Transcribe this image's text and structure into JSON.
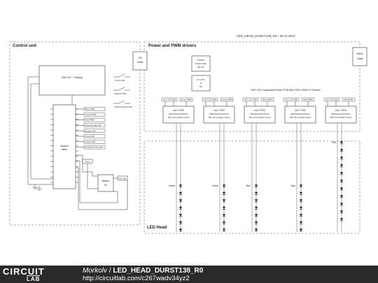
{
  "header_label": "LED_HEAD_DURST138_R0 - 30.12.2017",
  "sections": {
    "control": "Control unit",
    "power": "Power and PWM drivers",
    "led": "LED Head"
  },
  "blocks": {
    "lcd": "16x2 I2C + Display",
    "arduino_l1": "Arduino",
    "arduino_l2": "Nano",
    "battery_l1": "Battery",
    "battery_l2": "9V",
    "conn_left_l1": "12V",
    "conn_left_l2": "Cable",
    "conn_right_l1": "Mains",
    "conn_right_l2": "Cable",
    "psu_l1": "240VAC",
    "psu_l2": "Switch Step",
    "psu_l3": "24V DC",
    "dcdc_l1": "24 V DC",
    "dcdc_l2": "to",
    "dcdc_l3": "5V"
  },
  "buttons": [
    "Focus SW",
    "Expose SW",
    "External Start SW"
  ],
  "pin_labels": [
    "Blue PWM",
    "Green PWM",
    "Red PWM",
    "External Start SW",
    "Expose SW",
    "Focus SW",
    "Focus LED",
    "External Timer Input"
  ],
  "small_tags": [
    "Timer",
    "Ext Out"
  ],
  "board_title": "SUP LED 4 separated Driver PCB 800-700V 1000V 5 Channel",
  "drivers": [
    {
      "t1": "Led 5 700V",
      "t2": "LED Recessed Driver",
      "t3": "700 mA constant current",
      "tags": [
        "24 V",
        "GND",
        "Green PWM"
      ]
    },
    {
      "t1": "Led 4 700V",
      "t2": "LED Recessed Driver",
      "t3": "700 mA constant current",
      "tags": [
        "24 V",
        "GND",
        "Green PWM"
      ]
    },
    {
      "t1": "Led 3 700V",
      "t2": "LED Recessed Driver",
      "t3": "700 mA constant current",
      "tags": [
        "24 V",
        "GND",
        "Blue PWM"
      ]
    },
    {
      "t1": "Led 2 700V",
      "t2": "LED Recessed Driver",
      "t3": "700 mA constant current",
      "tags": [
        "24 V",
        "GND",
        "Blue PWM"
      ]
    },
    {
      "t1": "Led 1 700V",
      "t2": "LED Recessed Driver",
      "t3": "700 mA constant current",
      "tags": [
        "24 V",
        "GND",
        "Red PWM"
      ]
    }
  ],
  "led_channels": [
    "Green",
    "Green",
    "Blue",
    "Blue",
    "Red"
  ],
  "footer": {
    "logo_top": "CIRCUIT",
    "logo_bottom": "LAB",
    "author": "Morkolv",
    "separator": " / ",
    "title": "LED_HEAD_DURST138_R0",
    "url": "http://circuitlab.com/c267wadv34yz2"
  },
  "colors": {
    "line": "#333333",
    "dash": "#999999",
    "footer_bg": "#2a2a2a"
  }
}
